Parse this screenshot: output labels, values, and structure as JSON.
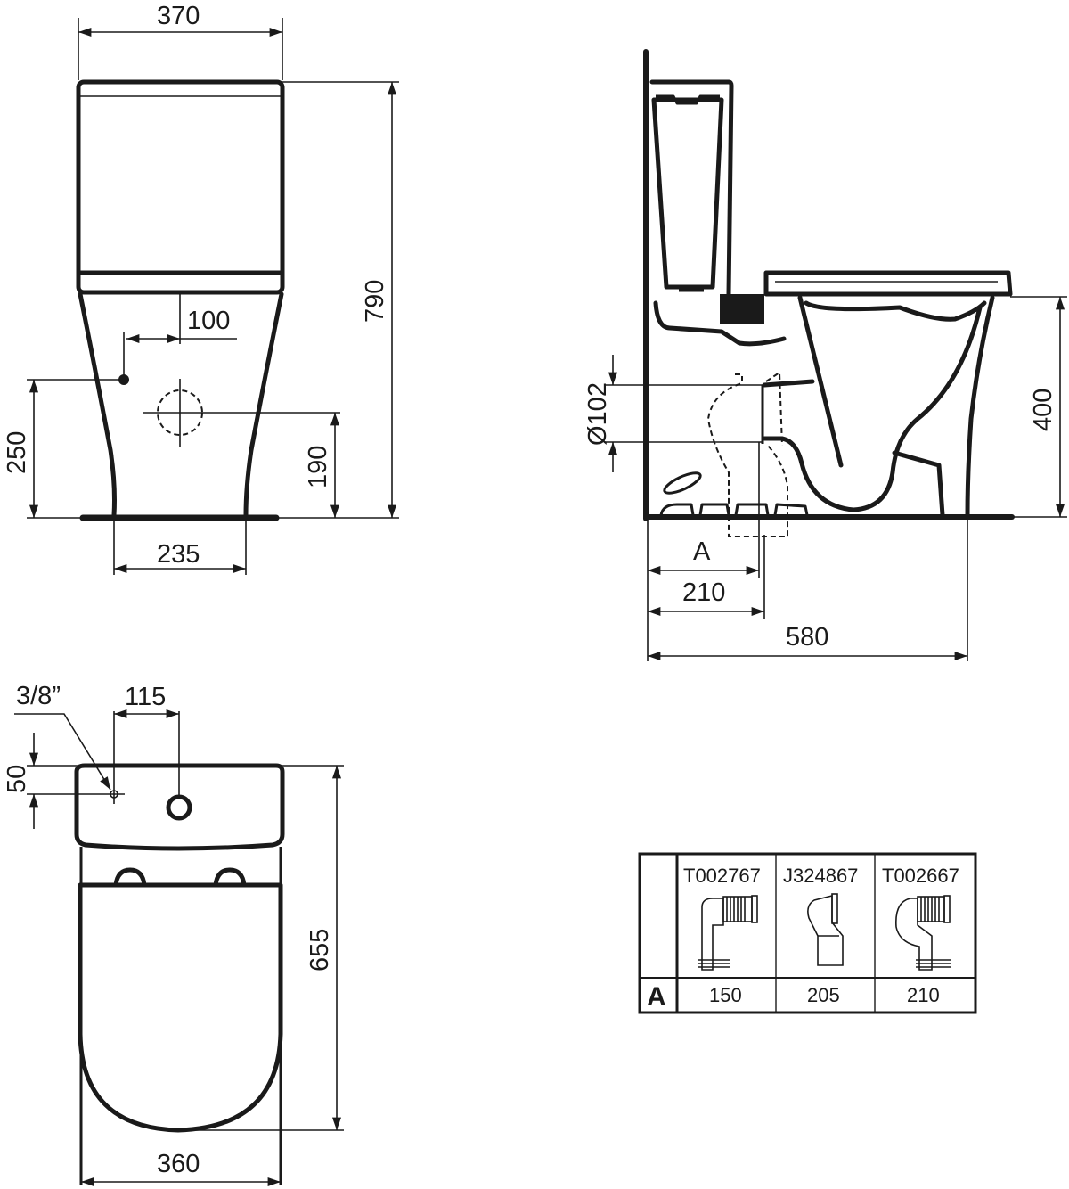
{
  "drawing": {
    "subject": "Close-coupled back-to-wall toilet technical drawing",
    "units": "mm",
    "line_color": "#1a1a1a",
    "background": "#ffffff"
  },
  "front_view": {
    "width_top": "370",
    "height_total": "790",
    "inlet_offset": "100",
    "inlet_height": "250",
    "outlet_height": "190",
    "base_width": "235"
  },
  "side_view": {
    "outlet_diameter": "Ø102",
    "seat_height": "400",
    "dim_a_label": "A",
    "outlet_to_wall": "210",
    "depth_total": "580"
  },
  "top_view": {
    "inlet_thread": "3/8”",
    "inlet_spacing": "115",
    "inlet_from_back": "50",
    "depth_total": "655",
    "width_total": "360"
  },
  "connector_table": {
    "row_label": "A",
    "columns": [
      {
        "code": "T002767",
        "icon": "elbow-pan-connector-icon",
        "value": "150"
      },
      {
        "code": "J324867",
        "icon": "offset-pan-connector-icon",
        "value": "205"
      },
      {
        "code": "T002667",
        "icon": "swan-neck-pan-connector-icon",
        "value": "210"
      }
    ]
  }
}
